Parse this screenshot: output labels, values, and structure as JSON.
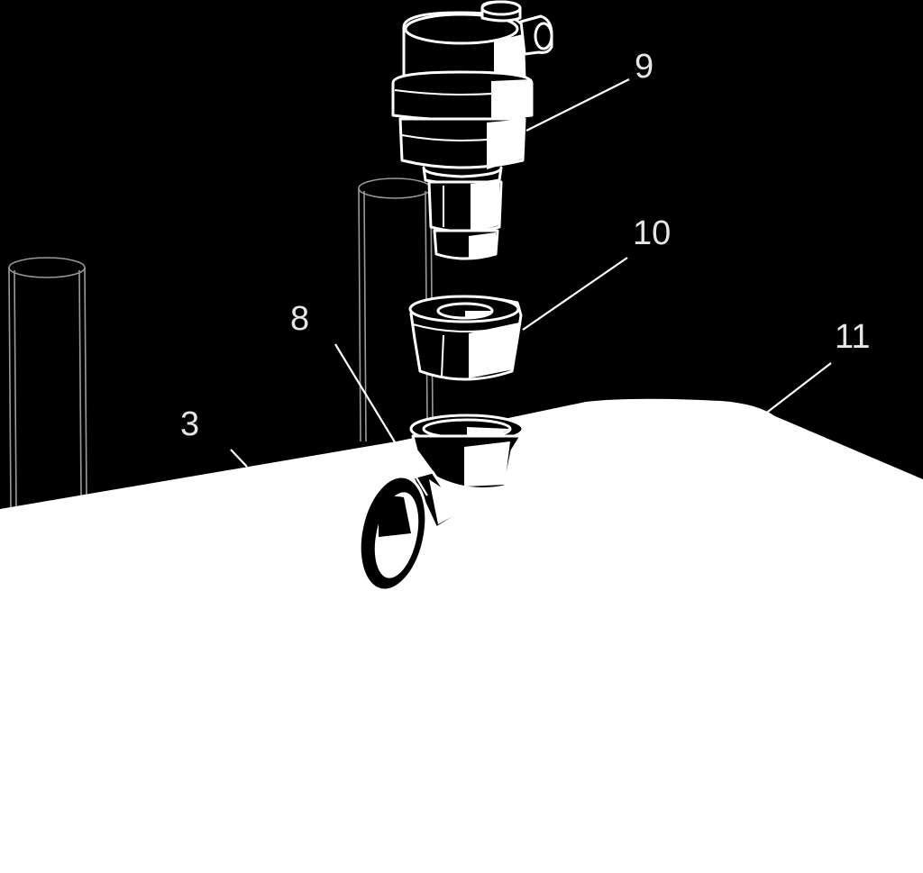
{
  "colors": {
    "background": "#000000",
    "surface": "#ffffff",
    "line": "#ffffff",
    "label": "#e6e6e6",
    "ghost_pipe": "#9a9a9a"
  },
  "callouts": {
    "part_9": "9",
    "part_10": "10",
    "part_8": "8",
    "part_11": "11",
    "part_3": "3"
  }
}
